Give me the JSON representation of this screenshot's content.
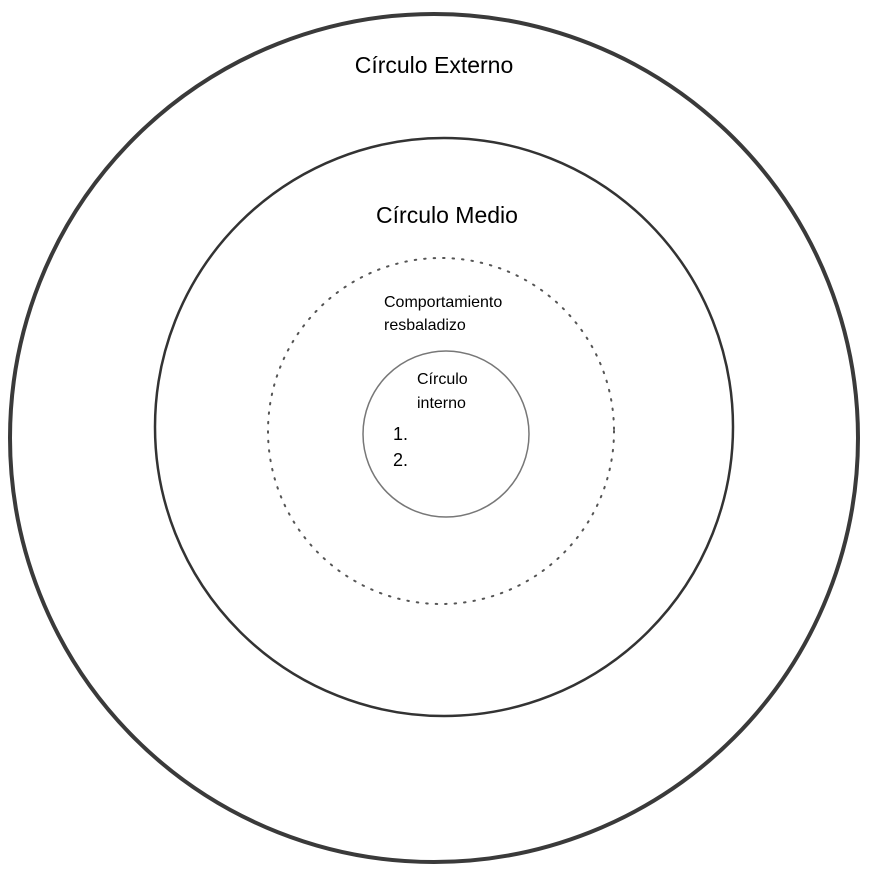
{
  "diagram": {
    "outer_circle": {
      "label": "Círculo Externo"
    },
    "middle_circle": {
      "label": "Círculo Medio"
    },
    "slippery_zone": {
      "label_line1": "Comportamiento",
      "label_line2": "resbaladizo"
    },
    "inner_circle": {
      "label_line1": "Círculo",
      "label_line2": "interno",
      "items": [
        "1.",
        "2."
      ]
    }
  },
  "colors": {
    "outer_stroke": "#3a3a3a",
    "middle_stroke": "#333333",
    "dotted_stroke": "#555555",
    "inner_stroke": "#777777",
    "text": "#000000",
    "background": "#ffffff"
  }
}
